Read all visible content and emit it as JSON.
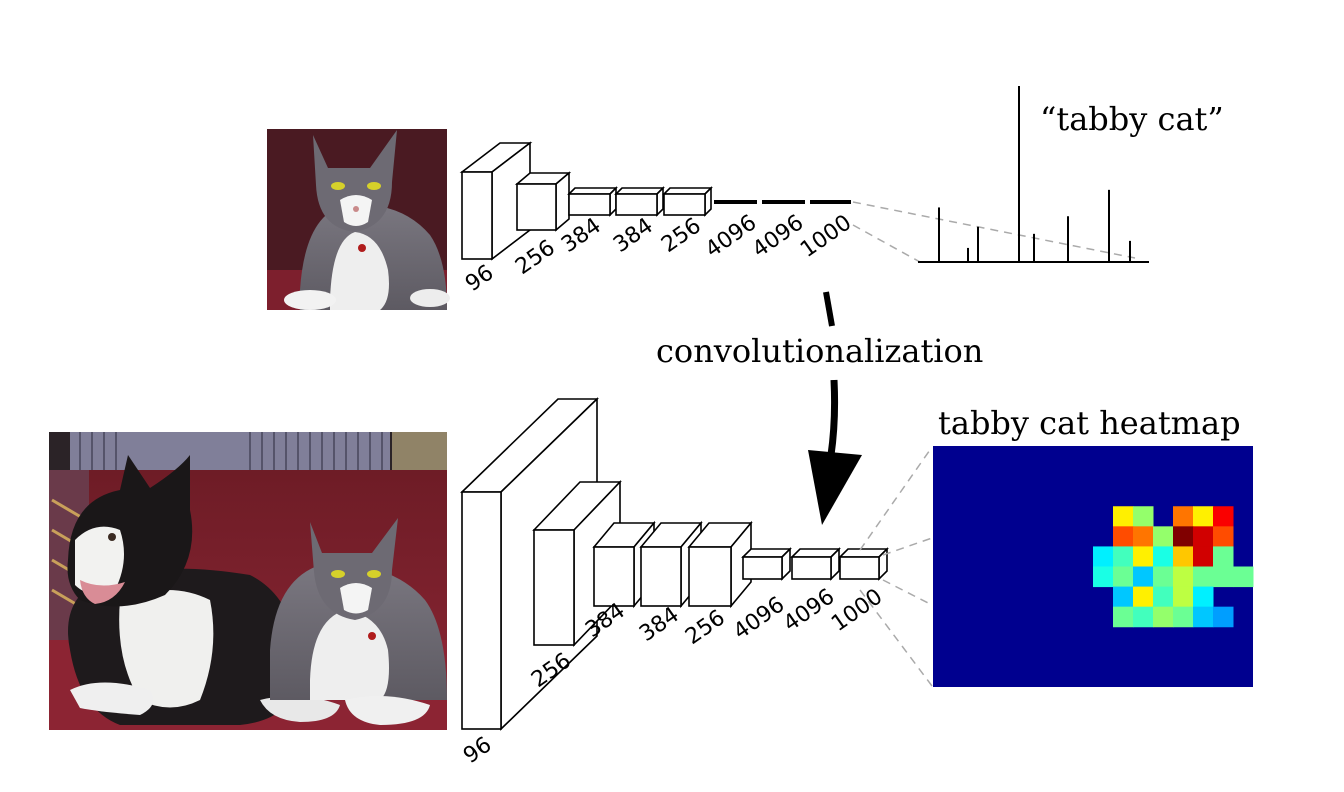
{
  "top_network": {
    "layer_labels": [
      "96",
      "256",
      "384",
      "384",
      "256",
      "4096",
      "4096",
      "1000"
    ],
    "output_label": "“tabby cat”",
    "output_bar_heights": [
      0.31,
      0.08,
      0.2,
      1.0,
      0.16,
      0.26,
      0.41,
      0.12
    ]
  },
  "bottom_network": {
    "layer_labels": [
      "96",
      "256",
      "384",
      "384",
      "256",
      "4096",
      "4096",
      "1000"
    ],
    "heatmap_title": "tabby cat heatmap"
  },
  "arrow_label": "convolutionalization",
  "images": {
    "top": "photo-tabby-cat",
    "bottom": "photo-dog-and-cat-on-couch"
  },
  "heatmap": {
    "colormap": "jet",
    "background": "#00008f",
    "grid_rows": 12,
    "grid_cols": 16,
    "hot_cells": [
      {
        "r": 3,
        "c": 9,
        "v": 0.55
      },
      {
        "r": 3,
        "c": 10,
        "v": 0.4
      },
      {
        "r": 3,
        "c": 12,
        "v": 0.7
      },
      {
        "r": 3,
        "c": 13,
        "v": 0.55
      },
      {
        "r": 3,
        "c": 14,
        "v": 0.85
      },
      {
        "r": 4,
        "c": 9,
        "v": 0.75
      },
      {
        "r": 4,
        "c": 10,
        "v": 0.7
      },
      {
        "r": 4,
        "c": 11,
        "v": 0.4
      },
      {
        "r": 4,
        "c": 12,
        "v": 1.0
      },
      {
        "r": 4,
        "c": 13,
        "v": 0.9
      },
      {
        "r": 4,
        "c": 14,
        "v": 0.75
      },
      {
        "r": 5,
        "c": 8,
        "v": 0.2
      },
      {
        "r": 5,
        "c": 9,
        "v": 0.3
      },
      {
        "r": 5,
        "c": 10,
        "v": 0.55
      },
      {
        "r": 5,
        "c": 11,
        "v": 0.25
      },
      {
        "r": 5,
        "c": 12,
        "v": 0.6
      },
      {
        "r": 5,
        "c": 13,
        "v": 0.9
      },
      {
        "r": 5,
        "c": 14,
        "v": 0.35
      },
      {
        "r": 6,
        "c": 8,
        "v": 0.25
      },
      {
        "r": 6,
        "c": 9,
        "v": 0.35
      },
      {
        "r": 6,
        "c": 10,
        "v": 0.15
      },
      {
        "r": 6,
        "c": 11,
        "v": 0.35
      },
      {
        "r": 6,
        "c": 12,
        "v": 0.45
      },
      {
        "r": 6,
        "c": 13,
        "v": 0.35
      },
      {
        "r": 6,
        "c": 14,
        "v": 0.35
      },
      {
        "r": 6,
        "c": 15,
        "v": 0.35
      },
      {
        "r": 7,
        "c": 9,
        "v": 0.15
      },
      {
        "r": 7,
        "c": 10,
        "v": 0.55
      },
      {
        "r": 7,
        "c": 11,
        "v": 0.3
      },
      {
        "r": 7,
        "c": 12,
        "v": 0.45
      },
      {
        "r": 7,
        "c": 13,
        "v": 0.2
      },
      {
        "r": 8,
        "c": 9,
        "v": 0.35
      },
      {
        "r": 8,
        "c": 10,
        "v": 0.3
      },
      {
        "r": 8,
        "c": 11,
        "v": 0.4
      },
      {
        "r": 8,
        "c": 12,
        "v": 0.35
      },
      {
        "r": 8,
        "c": 13,
        "v": 0.15
      },
      {
        "r": 8,
        "c": 14,
        "v": 0.1
      }
    ]
  }
}
